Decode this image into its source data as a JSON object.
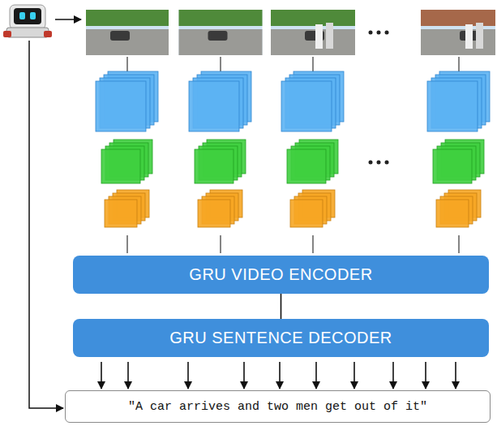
{
  "diagram": {
    "nodes": [
      {
        "text": [
          "GRU VIDEO ENCODER"
        ]
      },
      {
        "text": [
          "GRU SENTENCE DECODER"
        ]
      },
      {
        "text": [
          "\"A car arrives and two men get out of it\""
        ]
      }
    ],
    "edges": [
      {
        "from": 0,
        "to": 1,
        "arrow": "none"
      },
      {
        "from": 1,
        "to": 2,
        "arrow": "to"
      },
      {
        "from": 1,
        "to": 2,
        "arrow": "to"
      },
      {
        "from": 1,
        "to": 2,
        "arrow": "to"
      },
      {
        "from": 1,
        "to": 2,
        "arrow": "to"
      },
      {
        "from": 1,
        "to": 2,
        "arrow": "to"
      },
      {
        "from": 1,
        "to": 2,
        "arrow": "to"
      },
      {
        "from": 1,
        "to": 2,
        "arrow": "to"
      },
      {
        "from": 1,
        "to": 2,
        "arrow": "to"
      },
      {
        "from": 1,
        "to": 2,
        "arrow": "to"
      },
      {
        "from": 1,
        "to": 2,
        "arrow": "to"
      }
    ]
  }
}
